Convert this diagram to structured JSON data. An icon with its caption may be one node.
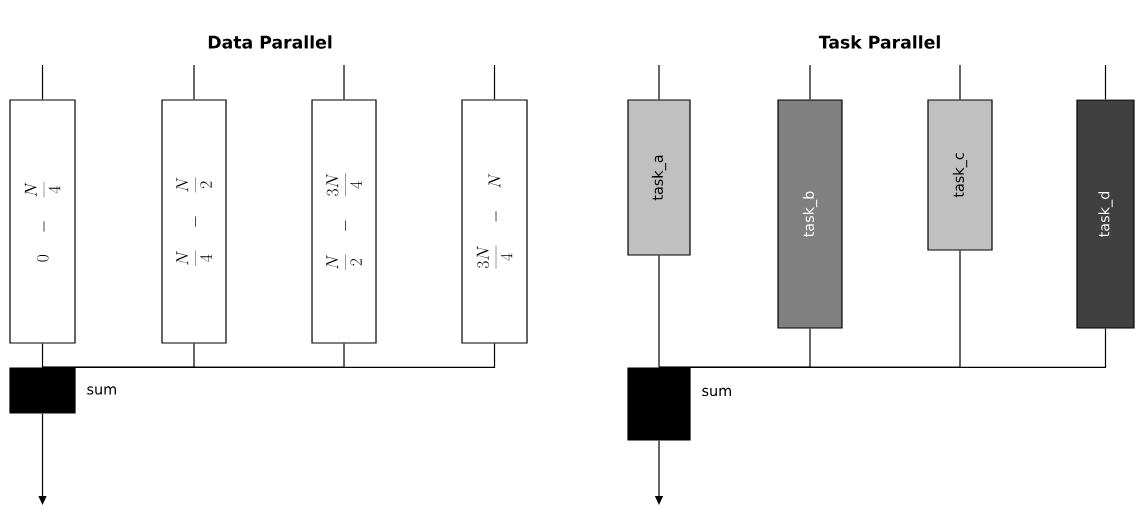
{
  "diagram": {
    "nodes": [
      {
        "text": [
          "0 \\quad - \\quad \\frac{N}{4}"
        ]
      },
      {
        "text": [
          "\\frac{N}{4} \\quad - \\quad \\frac{N}{2}"
        ]
      },
      {
        "text": [
          "\\frac{N}{2} \\quad - \\quad \\frac{3N}{4}"
        ]
      },
      {
        "text": [
          "\\frac{3N}{4} \\quad - \\quad N"
        ]
      },
      {
        "text": [],
        "shape": "box",
        "beside": [
          "sum"
        ]
      },
      {
        "text": [
          "task_a"
        ]
      },
      {
        "text": [
          "task_b"
        ]
      },
      {
        "text": [
          "task_c"
        ]
      },
      {
        "text": [
          "task_d"
        ]
      },
      {
        "text": [],
        "shape": "box",
        "beside": [
          "sum"
        ]
      }
    ],
    "edges": [
      {
        "from": null,
        "to": 0,
        "arrow": "none"
      },
      {
        "from": null,
        "to": 1,
        "arrow": "none"
      },
      {
        "from": null,
        "to": 2,
        "arrow": "none"
      },
      {
        "from": null,
        "to": 3,
        "arrow": "none"
      },
      {
        "from": 0,
        "to": 4,
        "arrow": "none"
      },
      {
        "from": 1,
        "to": 4,
        "arrow": "none"
      },
      {
        "from": 2,
        "to": 4,
        "arrow": "none"
      },
      {
        "from": 3,
        "to": 4,
        "arrow": "none"
      },
      {
        "from": 4,
        "to": null,
        "arrow": "to"
      },
      {
        "from": null,
        "to": 5,
        "arrow": "none"
      },
      {
        "from": null,
        "to": 6,
        "arrow": "none"
      },
      {
        "from": null,
        "to": 7,
        "arrow": "none"
      },
      {
        "from": null,
        "to": 8,
        "arrow": "none"
      },
      {
        "from": 5,
        "to": 9,
        "arrow": "none"
      },
      {
        "from": 6,
        "to": 9,
        "arrow": "none"
      },
      {
        "from": 7,
        "to": 9,
        "arrow": "none"
      },
      {
        "from": 8,
        "to": 9,
        "arrow": "none"
      },
      {
        "from": 9,
        "to": null,
        "arrow": "to"
      }
    ],
    "labels": [
      "Data Parallel",
      "Task Parallel"
    ]
  }
}
